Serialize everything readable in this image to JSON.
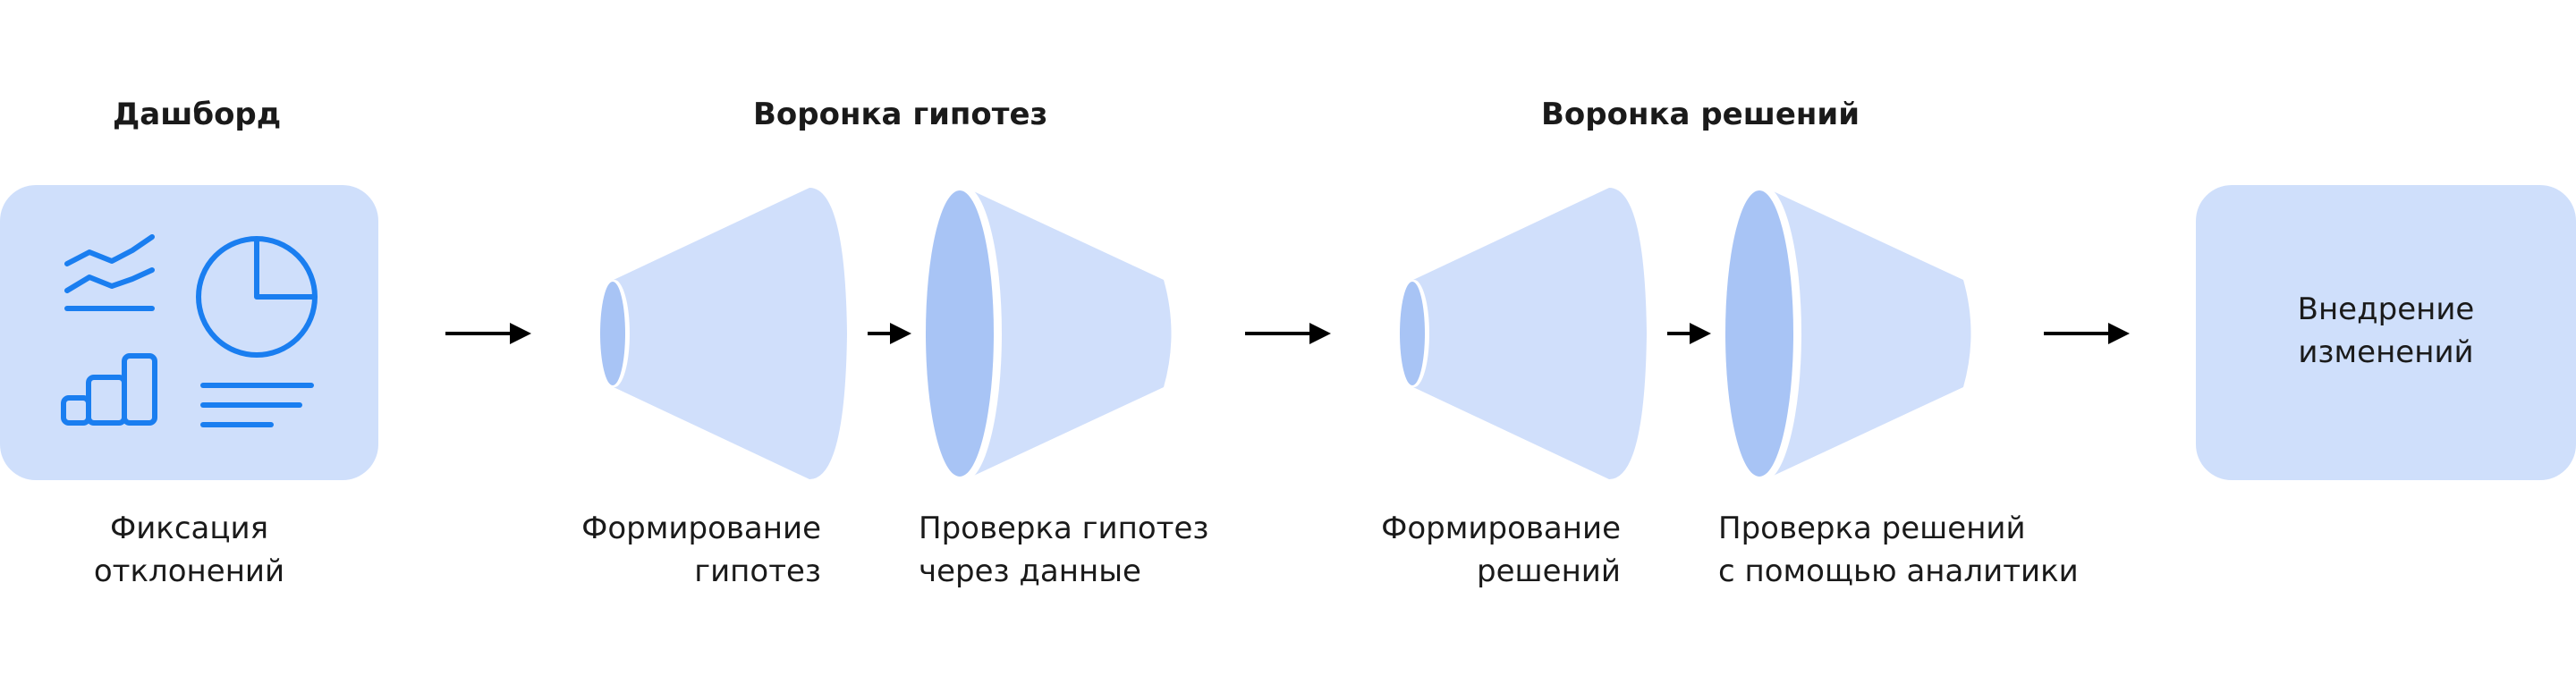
{
  "headings": {
    "dashboard": "Дашборд",
    "hypotheses_funnel": "Воронка гипотез",
    "solutions_funnel": "Воронка решений"
  },
  "captions": {
    "dashboard": [
      "Фиксация",
      "отклонений"
    ],
    "form_hypotheses": [
      "Формирование",
      "гипотез"
    ],
    "check_hypotheses": [
      "Проверка гипотез",
      "через данные"
    ],
    "form_solutions": [
      "Формирование",
      "решений"
    ],
    "check_solutions": [
      "Проверка решений",
      "с помощью аналитики"
    ]
  },
  "implementation_box": [
    "Внедрение",
    "изменений"
  ],
  "icons": [
    "line-chart-icon",
    "pie-chart-icon",
    "bar-chart-icon",
    "text-lines-icon",
    "arrow-right-icon",
    "funnel-widening-icon",
    "funnel-narrowing-icon"
  ],
  "colors": {
    "box_fill": "#cfdffb",
    "funnel_body": "#d0dffb",
    "funnel_face": "#a8c4f5",
    "icon_blue": "#1a7ef0",
    "arrow": "#000000"
  }
}
